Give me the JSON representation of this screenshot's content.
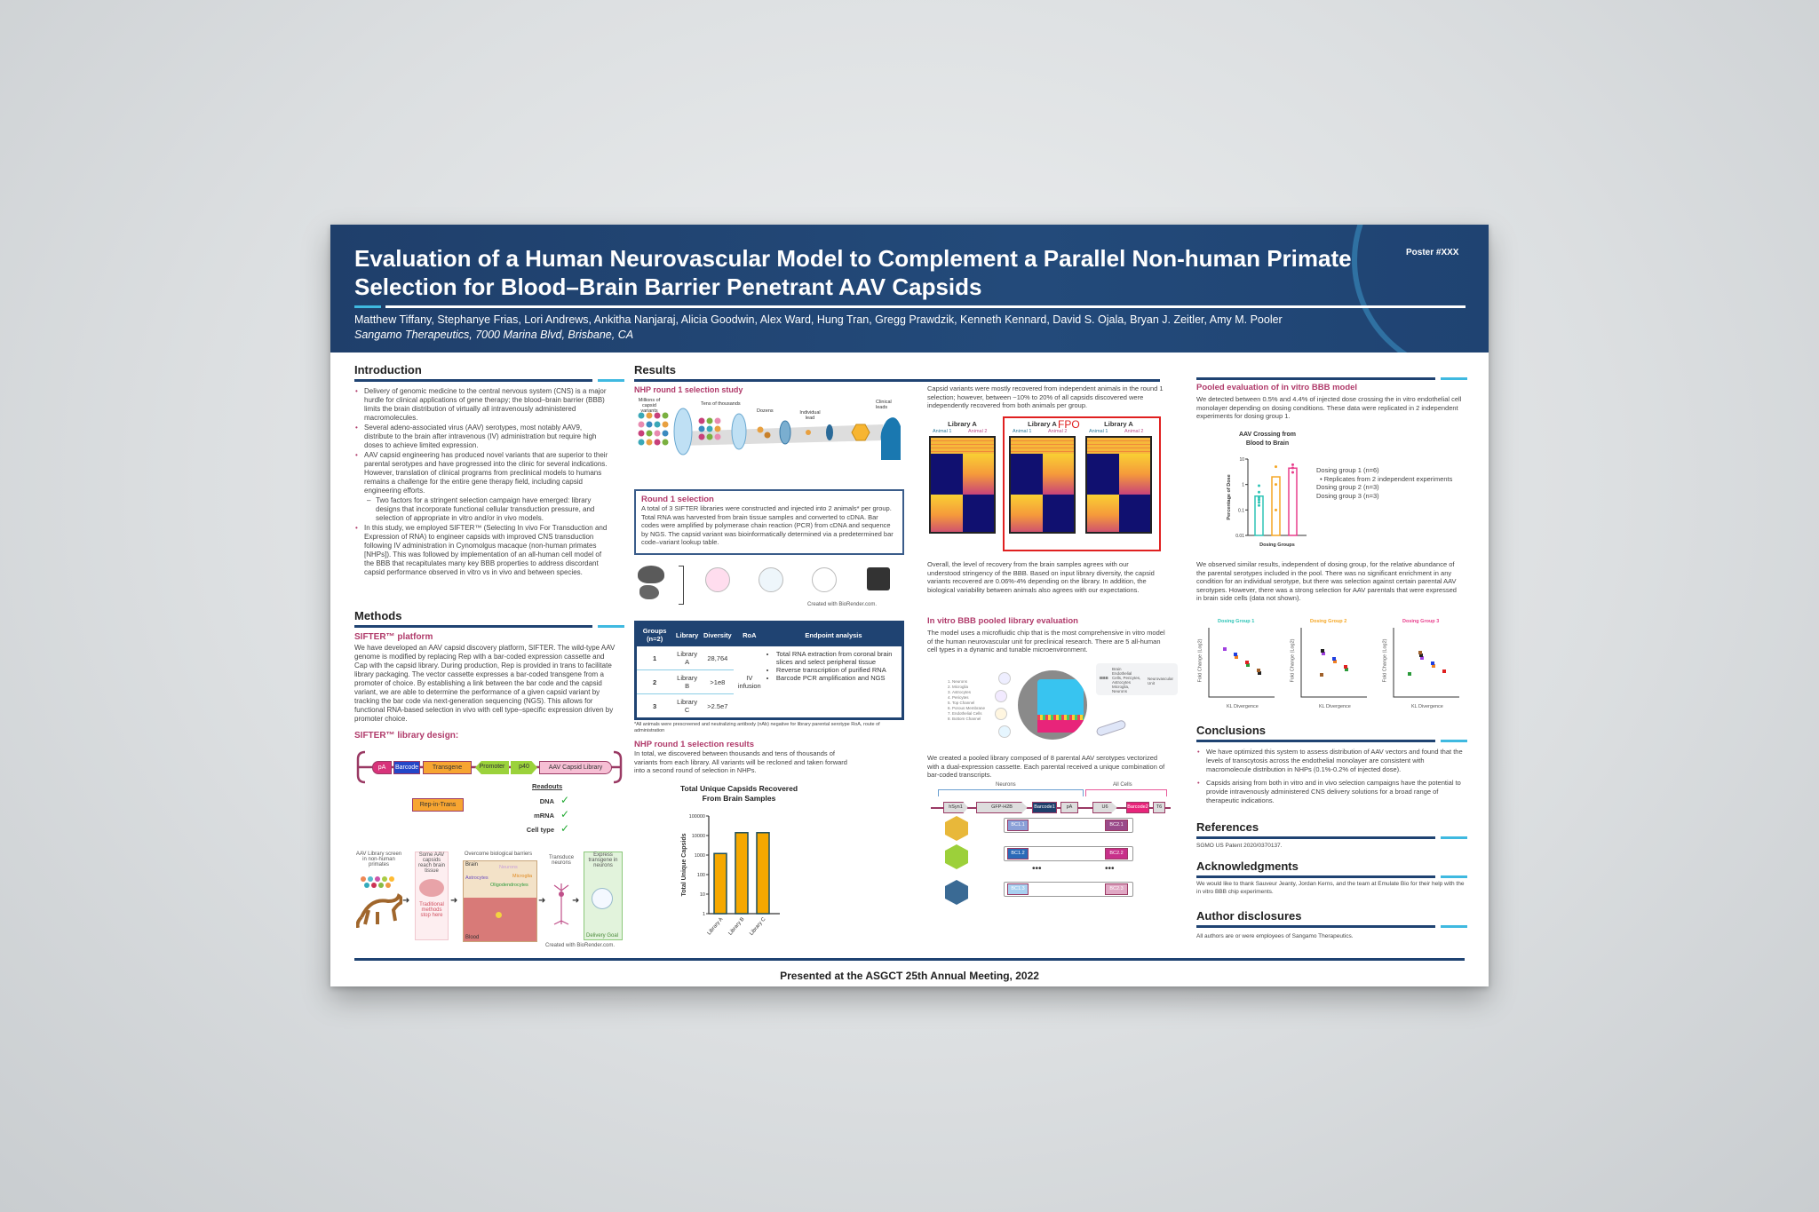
{
  "header": {
    "title_line1": "Evaluation of a Human Neurovascular Model to Complement a Parallel Non-human Primate",
    "title_line2": "Selection for Blood–Brain Barrier Penetrant AAV Capsids",
    "poster_number": "Poster #XXX",
    "authors": "Matthew Tiffany, Stephanye Frias, Lori Andrews, Ankitha Nanjaraj, Alicia Goodwin, Alex Ward, Hung Tran, Gregg Prawdzik, Kenneth Kennard, David S. Ojala, Bryan J. Zeitler, Amy M. Pooler",
    "affiliation": "Sangamo Therapeutics, 7000 Marina Blvd, Brisbane, CA"
  },
  "intro": {
    "heading": "Introduction",
    "bullets": [
      "Delivery of genomic medicine to the central nervous system (CNS) is a major hurdle for clinical applications of gene therapy; the blood–brain barrier (BBB) limits the brain distribution of virtually all intravenously administered macromolecules.",
      "Several adeno-associated virus (AAV) serotypes, most notably AAV9, distribute to the brain after intravenous (IV) administration but require high doses to achieve limited expression.",
      "AAV capsid engineering has produced novel variants that are superior to their parental serotypes and have progressed into the clinic for several indications. However, translation of clinical programs from preclinical models to humans remains a challenge for the entire gene therapy field, including capsid engineering efforts.",
      "Two factors for a stringent selection campaign have emerged: library designs that incorporate functional cellular transduction pressure, and selection of appropriate in vitro and/or in vivo models.",
      "In this study, we employed SIFTER™ (Selecting In vivo For Transduction and Expression of RNA) to engineer capsids with improved CNS transduction following IV administration in Cynomolgus macaque (non-human primates [NHPs]). This was followed by implementation of an all-human cell model of the BBB that recapitulates many key BBB properties to address discordant capsid performance observed in vitro vs in vivo and between species."
    ]
  },
  "methods": {
    "heading": "Methods",
    "platform_title": "SIFTER™ platform",
    "platform_text": "We have developed an AAV capsid discovery platform, SIFTER. The wild-type AAV genome is modified by replacing Rep with a bar-coded expression cassette and Cap with the capsid library. During production, Rep is provided in trans to facilitate library packaging. The vector cassette expresses a bar-coded transgene from a promoter of choice. By establishing a link between the bar code and the capsid variant, we are able to determine the performance of a given capsid variant by tracking the bar code via next-generation sequencing (NGS). This allows for functional RNA-based selection in vivo with cell type–specific expression driven by promoter choice.",
    "design_title": "SIFTER™ library design:",
    "construct": [
      "pA",
      "Barcode",
      "Transgene",
      "Promoter",
      "p40",
      "AAV Capsid Library"
    ],
    "rep_in_trans": "Rep-in-Trans",
    "readouts_title": "Readouts",
    "readouts": [
      "DNA",
      "mRNA",
      "Cell type"
    ],
    "workflow": {
      "steps": [
        "AAV Library screen in non-human primates",
        "Some AAV capsids reach brain tissue",
        "Overcome biological barriers",
        "Transduce neurons",
        "Express transgene in neurons"
      ],
      "traditional": "Traditional methods stop here",
      "brain": "Brain",
      "blood": "Blood",
      "neurons": "Neurons",
      "astrocytes": "Astrocytes",
      "microglia": "Microglia",
      "oligodendrocytes": "Oligodendrocytes",
      "delivery_goal": "Delivery Goal",
      "credit": "Created with BioRender.com."
    }
  },
  "results": {
    "heading": "Results",
    "study_title": "NHP round 1 selection study",
    "funnel_labels": [
      "Millions of capsid variants",
      "Tens of thousands",
      "Dozens",
      "Individual lead",
      "Clinical leads"
    ],
    "round1_title": "Round 1 selection",
    "round1_text": "A total of 3 SIFTER libraries were constructed and injected into 2 animals* per group. Total RNA was harvested from brain tissue samples and converted to cDNA. Bar codes were amplified by polymerase chain reaction (PCR) from cDNA and sequence by NGS. The capsid variant was bioinformatically determined via a predetermined bar code–variant lookup table.",
    "credit": "Created with BioRender.com.",
    "table": {
      "headers": [
        "Groups (n=2)",
        "Library",
        "Diversity",
        "RoA",
        "Endpoint analysis"
      ],
      "rows": [
        [
          "1",
          "Library A",
          "28,764"
        ],
        [
          "2",
          "Library B",
          ">1e8"
        ],
        [
          "3",
          "Library C",
          ">2.5e7"
        ]
      ],
      "roa": "IV infusion",
      "endpoints": [
        "Total RNA extraction from coronal brain slices and select peripheral tissue",
        "Reverse transcription of purified RNA",
        "Barcode PCR amplification and NGS"
      ]
    },
    "footnote": "*All animals were prescreened and neutralizing antibody (nAb) negative for library parental serotype RoA, route of administration",
    "results_title": "NHP round 1 selection results",
    "results_text": "In total, we discovered between thousands and tens of thousands of variants from each library. All variants will be recloned and taken forward into a second round of selection in NHPs.",
    "recovery_text": "Capsid variants were mostly recovered from independent animals in the round 1 selection; however, between ~10% to 20% of all capsids discovered were independently recovered from both animals per group.",
    "heatmaps": [
      {
        "library": "Library A",
        "a1": "Animal 1",
        "a2": "Animal 2"
      },
      {
        "library": "Library A",
        "a1": "Animal 1",
        "a2": "Animal 2"
      },
      {
        "library": "Library A",
        "a1": "Animal 1",
        "a2": "Animal 2"
      }
    ],
    "fpo": "FPO",
    "overall_text": "Overall, the level of recovery from the brain samples agrees with our understood stringency of the BBB. Based on input library diversity, the capsid variants recovered are 0.06%-4% depending on the library. In addition, the biological variability between animals also agrees with our expectations.",
    "invitro_title": "In vitro BBB pooled library evaluation",
    "invitro_text": "The model uses a microfluidic chip that is the most comprehensive in vitro model of the human neurovascular unit for preclinical research. There are 5 all-human cell types in a dynamic and tunable microenvironment.",
    "chip_legend": [
      "Neurons",
      "Microglia",
      "Astrocytes",
      "Pericytes",
      "Top Channel",
      "Porous Membrane",
      "Endothelial Cells",
      "Bottom Channel"
    ],
    "chip_box": {
      "bbb": "BBB",
      "cells1": "Brain Endothelial Cells, Pericytes, Astrocytes",
      "cells2": "Microglia, Neurons",
      "nvu": "Neurovascular Unit"
    },
    "pooled_text": "We created a pooled library composed of 8 parental AAV serotypes vectorized with a dual-expression cassette. Each parental received a unique combination of bar-coded transcripts.",
    "cassette": {
      "neurons": "Neurons",
      "all_cells": "All Cells",
      "parts": [
        "hSyn1",
        "GFP-H2B",
        "Barcode1",
        "pA",
        "U6",
        "Barcode2",
        "T6"
      ],
      "bc1": [
        "BC1.1",
        "BC1.2",
        "BC1.3"
      ],
      "bc2": [
        "BC2.1",
        "BC2.2",
        "BC2.3"
      ],
      "dots": "•••"
    }
  },
  "pooled_eval": {
    "title": "Pooled evaluation of in vitro BBB model",
    "text": "We detected between 0.5% and 4.4% of injected dose crossing the in vitro endothelial cell monolayer depending on dosing conditions. These data were replicated in 2 independent experiments for dosing group 1.",
    "legend": [
      "Dosing group 1 (n=6)",
      "Replicates from 2 independent experiments",
      "Dosing group 2 (n=3)",
      "Dosing group 3 (n=3)"
    ],
    "similar_text": "We observed similar results, independent of dosing group, for the relative abundance of the parental serotypes included in the pool. There was no significant enrichment in any condition for an individual serotype, but there was selection against certain parental AAV serotypes. However, there was a strong selection for AAV parentals that were expressed in brain side cells (data not shown).",
    "scatter_titles": [
      "Dosing Group 1",
      "Dosing Group 2",
      "Dosing Group 3"
    ],
    "scatter_xlabel": "KL Divergence",
    "scatter_ylabel": "Fold Change (Log2)"
  },
  "conclusions": {
    "heading": "Conclusions",
    "bullets": [
      "We have optimized this system to assess distribution of AAV vectors and found that the levels of transcytosis across the endothelial monolayer are consistent with macromolecule distribution in NHPs (0.1%-0.2% of injected dose).",
      "Capsids arising from both in vitro and in vivo selection campaigns have the potential to provide intravenously administered CNS delivery solutions for a broad range of therapeutic indications."
    ]
  },
  "references": {
    "heading": "References",
    "text": "SGMO US Patent 2020/0370137."
  },
  "acknowledgments": {
    "heading": "Acknowledgments",
    "text": "We would like to thank Sauveur Jeanty, Jordan Kerns, and the team at Emulate Bio for their help with the in vitro BBB chip experiments."
  },
  "disclosures": {
    "heading": "Author disclosures",
    "text": "All authors are or were employees of Sangamo Therapeutics."
  },
  "footer": "Presented at the ASGCT 25th Annual Meeting, 2022",
  "colors": {
    "navy": "#1f4372",
    "accent_cyan": "#3fb9e0",
    "subhead_magenta": "#b03a6a",
    "bar_orange": "#f5a800",
    "group1": "#2ec4b6",
    "group2": "#f5a623",
    "group3": "#e83e8c"
  },
  "chart_data": [
    {
      "type": "bar",
      "title": "Total Unique Capsids Recovered From Brain Samples",
      "xlabel": "",
      "ylabel": "Total Unique Capsids",
      "yscale": "log",
      "ylim": [
        1,
        100000
      ],
      "yticks": [
        "1",
        "10",
        "100",
        "1000",
        "10000",
        "100000"
      ],
      "categories": [
        "Library A",
        "Library B",
        "Library C"
      ],
      "values": [
        1200,
        14000,
        14000
      ]
    },
    {
      "type": "bar",
      "title": "AAV Crossing from Blood to Brain",
      "xlabel": "Dosing Groups",
      "ylabel": "Percentage of Dose",
      "yscale": "log",
      "ylim": [
        0.01,
        10
      ],
      "yticks": [
        "0.01",
        "0.1",
        "1",
        "10"
      ],
      "categories": [
        "Dosing group 1",
        "Dosing group 2",
        "Dosing group 3"
      ],
      "values": [
        0.35,
        2,
        4.4
      ],
      "points": [
        [
          0.15,
          0.2,
          0.3,
          0.5,
          0.9,
          0.25
        ],
        [
          0.1,
          1,
          5
        ],
        [
          3,
          4.5,
          6
        ]
      ]
    }
  ]
}
